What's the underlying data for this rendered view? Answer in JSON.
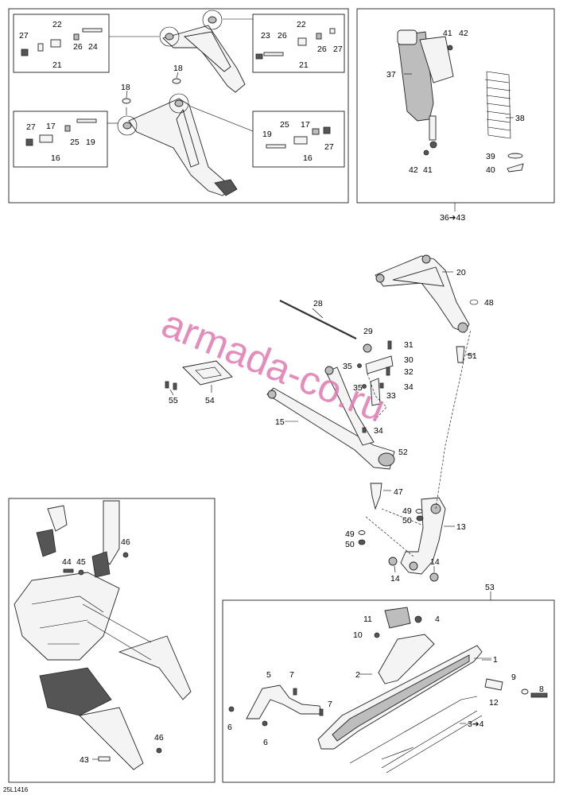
{
  "diagram_code": "25L1416",
  "watermark": "armada-co.ru",
  "labels": {
    "l22a": "22",
    "l27a": "27",
    "l26a": "26",
    "l24": "24",
    "l21a": "21",
    "l23": "23",
    "l26b": "26",
    "l22b": "22",
    "l21b": "21",
    "l27b": "27",
    "l26c": "26",
    "l18a": "18",
    "l18b": "18",
    "l27c": "27",
    "l17a": "17",
    "l25a": "25",
    "l19a": "19",
    "l16a": "16",
    "l19b": "19",
    "l25b": "25",
    "l17b": "17",
    "l27d": "27",
    "l16b": "16",
    "l41a": "41",
    "l42a": "42",
    "l37": "37",
    "l38": "38",
    "l39": "39",
    "l40": "40",
    "l42b": "42",
    "l41b": "41",
    "l3643": "36➔43",
    "l20": "20",
    "l28": "28",
    "l48": "48",
    "l29": "29",
    "l31": "31",
    "l30": "30",
    "l51": "51",
    "l35a": "35",
    "l32": "32",
    "l35b": "35",
    "l34a": "34",
    "l33": "33",
    "l55": "55",
    "l54": "54",
    "l15": "15",
    "l34b": "34",
    "l52": "52",
    "l47": "47",
    "l49a": "49",
    "l50a": "50",
    "l13": "13",
    "l49b": "49",
    "l50b": "50",
    "l14a": "14",
    "l14b": "14",
    "l44": "44",
    "l45": "45",
    "l46a": "46",
    "l46b": "46",
    "l43": "43",
    "l53": "53",
    "l11": "11",
    "l4": "4",
    "l10": "10",
    "l1": "1",
    "l2": "2",
    "l5": "5",
    "l7a": "7",
    "l9": "9",
    "l8": "8",
    "l12": "12",
    "l7b": "7",
    "l6a": "6",
    "l6b": "6",
    "l34ref": "3➔4"
  },
  "colors": {
    "line": "#000000",
    "watermark": "#e07ab0",
    "part_fill": "#f4f4f4",
    "part_dark": "#bdbdbd"
  }
}
